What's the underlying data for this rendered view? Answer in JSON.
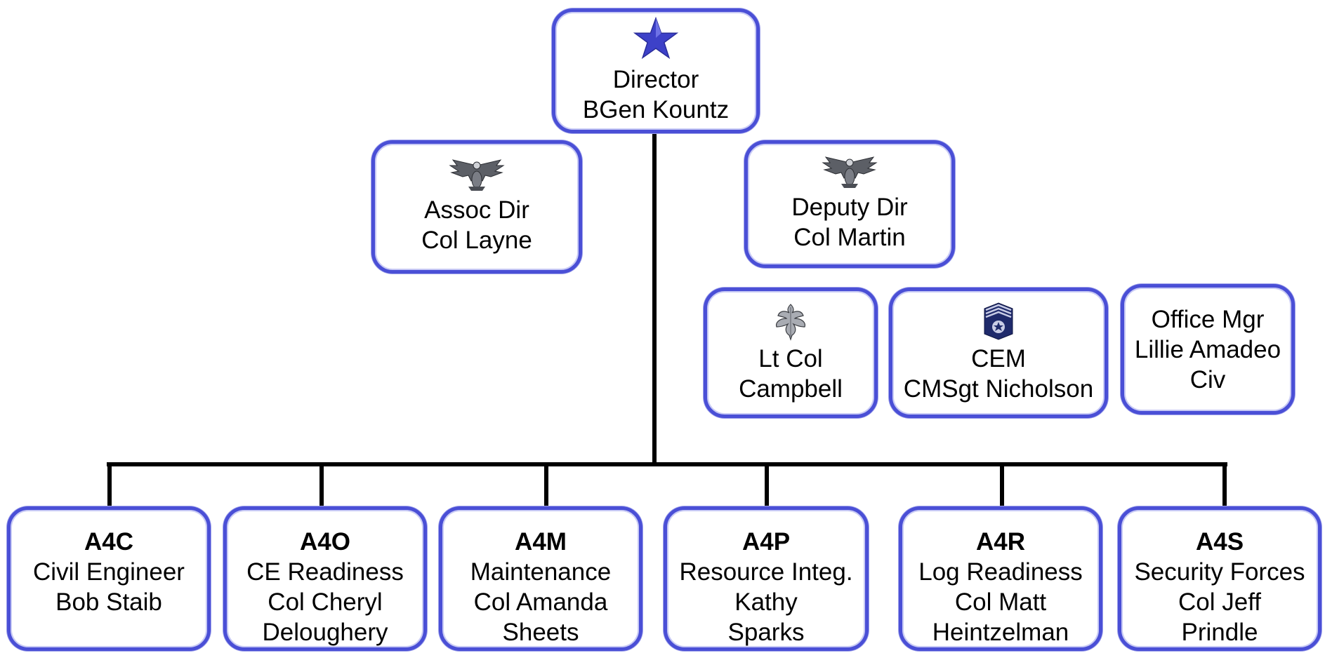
{
  "colors": {
    "box_border": "#4a4fd6",
    "connector": "#000000",
    "star": "#3d41c8"
  },
  "director": {
    "title": "Director",
    "name": "BGen Kountz",
    "insignia": "star-icon"
  },
  "assoc": {
    "title": "Assoc Dir",
    "name": "Col Layne",
    "insignia": "colonel-eagle-icon"
  },
  "deputy": {
    "title": "Deputy Dir",
    "name": "Col Martin",
    "insignia": "colonel-eagle-icon"
  },
  "ltcol": {
    "line1": "Lt Col",
    "line2": "Campbell",
    "insignia": "oak-leaf-icon"
  },
  "cem": {
    "line1": "CEM",
    "line2": "CMSgt Nicholson",
    "insignia": "chief-chevron-icon"
  },
  "office": {
    "line1": "Office Mgr",
    "line2": "Lillie Amadeo",
    "line3": "Civ"
  },
  "divisions": [
    {
      "code": "A4C",
      "lines": [
        "Civil Engineer",
        "Bob Staib"
      ]
    },
    {
      "code": "A4O",
      "lines": [
        "CE Readiness",
        "Col Cheryl",
        "Deloughery"
      ]
    },
    {
      "code": "A4M",
      "lines": [
        "Maintenance",
        "Col Amanda",
        "Sheets"
      ]
    },
    {
      "code": "A4P",
      "lines": [
        "Resource Integ.",
        "Kathy",
        "Sparks"
      ]
    },
    {
      "code": "A4R",
      "lines": [
        "Log Readiness",
        "Col Matt",
        "Heintzelman"
      ]
    },
    {
      "code": "A4S",
      "lines": [
        "Security Forces",
        "Col Jeff",
        "Prindle"
      ]
    }
  ]
}
